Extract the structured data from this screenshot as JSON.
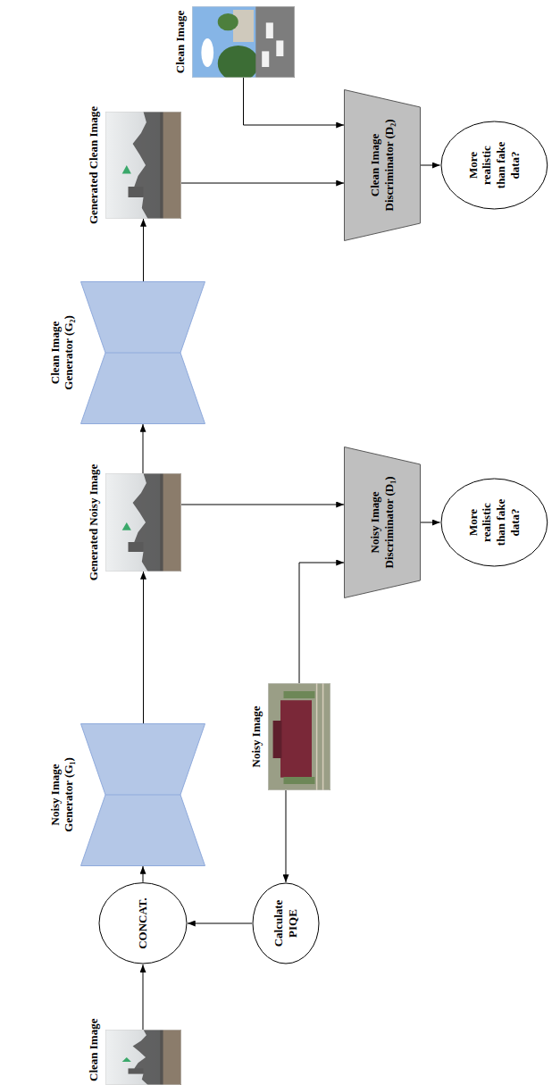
{
  "diagram": {
    "nodes": [
      {
        "text": [
          "Clean Image"
        ]
      },
      {
        "text": [
          "CONCAT."
        ]
      },
      {
        "text": [
          "Calculate PIQE"
        ]
      },
      {
        "text": [
          "Noisy Image"
        ]
      },
      {
        "text": [
          "Noisy Image Generator (G₁)"
        ]
      },
      {
        "text": [
          "Generated Noisy Image"
        ]
      },
      {
        "text": [
          "Noisy Image Discriminator (D₁)"
        ]
      },
      {
        "text": [
          "More realistic than fake data?"
        ]
      },
      {
        "text": [
          "Clean Image Generator (G₂)"
        ]
      },
      {
        "text": [
          "Generated Clean Image"
        ]
      },
      {
        "text": [
          "Clean Image"
        ]
      },
      {
        "text": [
          "Clean Image Discriminator (D₂)"
        ]
      },
      {
        "text": [
          "More realistic than fake data?"
        ]
      }
    ],
    "edges": [
      {
        "from": 0,
        "to": 1,
        "arrow": "to"
      },
      {
        "from": 2,
        "to": 1,
        "arrow": "to"
      },
      {
        "from": 1,
        "to": 4,
        "arrow": "to"
      },
      {
        "from": 4,
        "to": 5,
        "arrow": "to"
      },
      {
        "from": 5,
        "to": 8,
        "arrow": "to"
      },
      {
        "from": 8,
        "to": 9,
        "arrow": "to"
      },
      {
        "from": 3,
        "to": 2,
        "arrow": "to"
      },
      {
        "from": 3,
        "to": 6,
        "arrow": "to"
      },
      {
        "from": 5,
        "to": 6,
        "arrow": "to"
      },
      {
        "from": 6,
        "to": 7,
        "arrow": "to"
      },
      {
        "from": 9,
        "to": 11,
        "arrow": "to"
      },
      {
        "from": 10,
        "to": 11,
        "arrow": "to"
      },
      {
        "from": 11,
        "to": 12,
        "arrow": "to"
      }
    ]
  }
}
